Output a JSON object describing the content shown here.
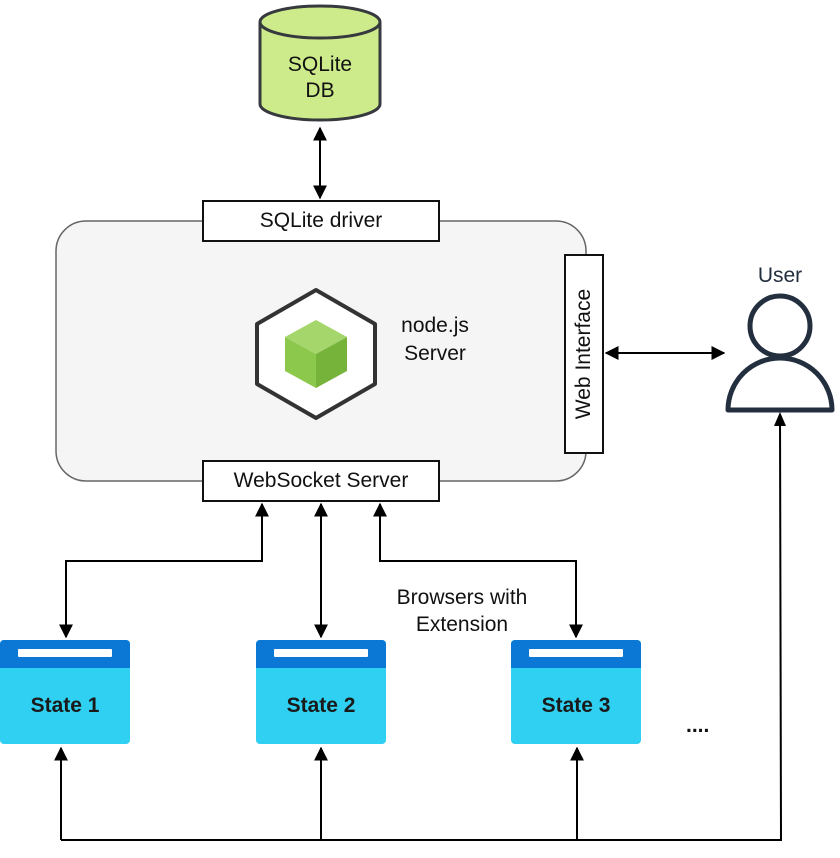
{
  "database": {
    "line1": "SQLite",
    "line2": "DB"
  },
  "server": {
    "driver_label": "SQLite driver",
    "name_line1": "node.js",
    "name_line2": "Server",
    "web_interface_label": "Web Interface",
    "websocket_label": "WebSocket Server"
  },
  "user": {
    "label": "User"
  },
  "browsers": {
    "caption_line1": "Browsers with",
    "caption_line2": "Extension",
    "items": [
      {
        "label": "State 1"
      },
      {
        "label": "State 2"
      },
      {
        "label": "State 3"
      }
    ],
    "more": "...."
  },
  "colors": {
    "db_fill": "#cdeb8b",
    "server_panel": "#f5f5f5",
    "node_green": "#8cc84b",
    "browser_body": "#2fd0f2",
    "browser_bar": "#0a78d4",
    "user_stroke": "#232f3e"
  }
}
